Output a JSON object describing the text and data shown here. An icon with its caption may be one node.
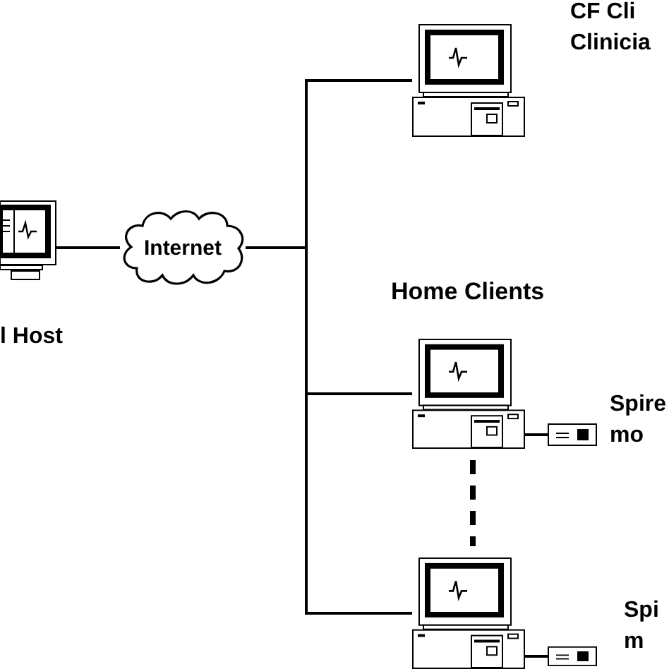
{
  "diagram": {
    "nodes": [
      {
        "text": [],
        "shape": "picture",
        "beside": [
          "l Host"
        ]
      },
      {
        "text": [
          "Internet"
        ]
      },
      {
        "text": [],
        "shape": "picture",
        "beside": [
          "CF Cli Clinicia"
        ]
      },
      {
        "text": [],
        "shape": "picture"
      },
      {
        "text": [],
        "shape": "picture",
        "beside": [
          "Spire mo"
        ]
      },
      {
        "text": [],
        "shape": "picture"
      },
      {
        "text": [],
        "shape": "picture",
        "beside": [
          "Spi m"
        ]
      }
    ],
    "edges": [
      {
        "from": 0,
        "to": 1,
        "arrow": "none"
      },
      {
        "from": 1,
        "to": 2,
        "arrow": "none"
      },
      {
        "from": 1,
        "to": 3,
        "arrow": "none"
      },
      {
        "from": 1,
        "to": 5,
        "arrow": "none"
      },
      {
        "from": 3,
        "to": 4,
        "arrow": "none"
      },
      {
        "from": 5,
        "to": 6,
        "arrow": "none"
      },
      {
        "from": 3,
        "to": 5,
        "arrow": "none",
        "style": "dashed"
      }
    ],
    "labels": [
      "Home Clients"
    ]
  }
}
